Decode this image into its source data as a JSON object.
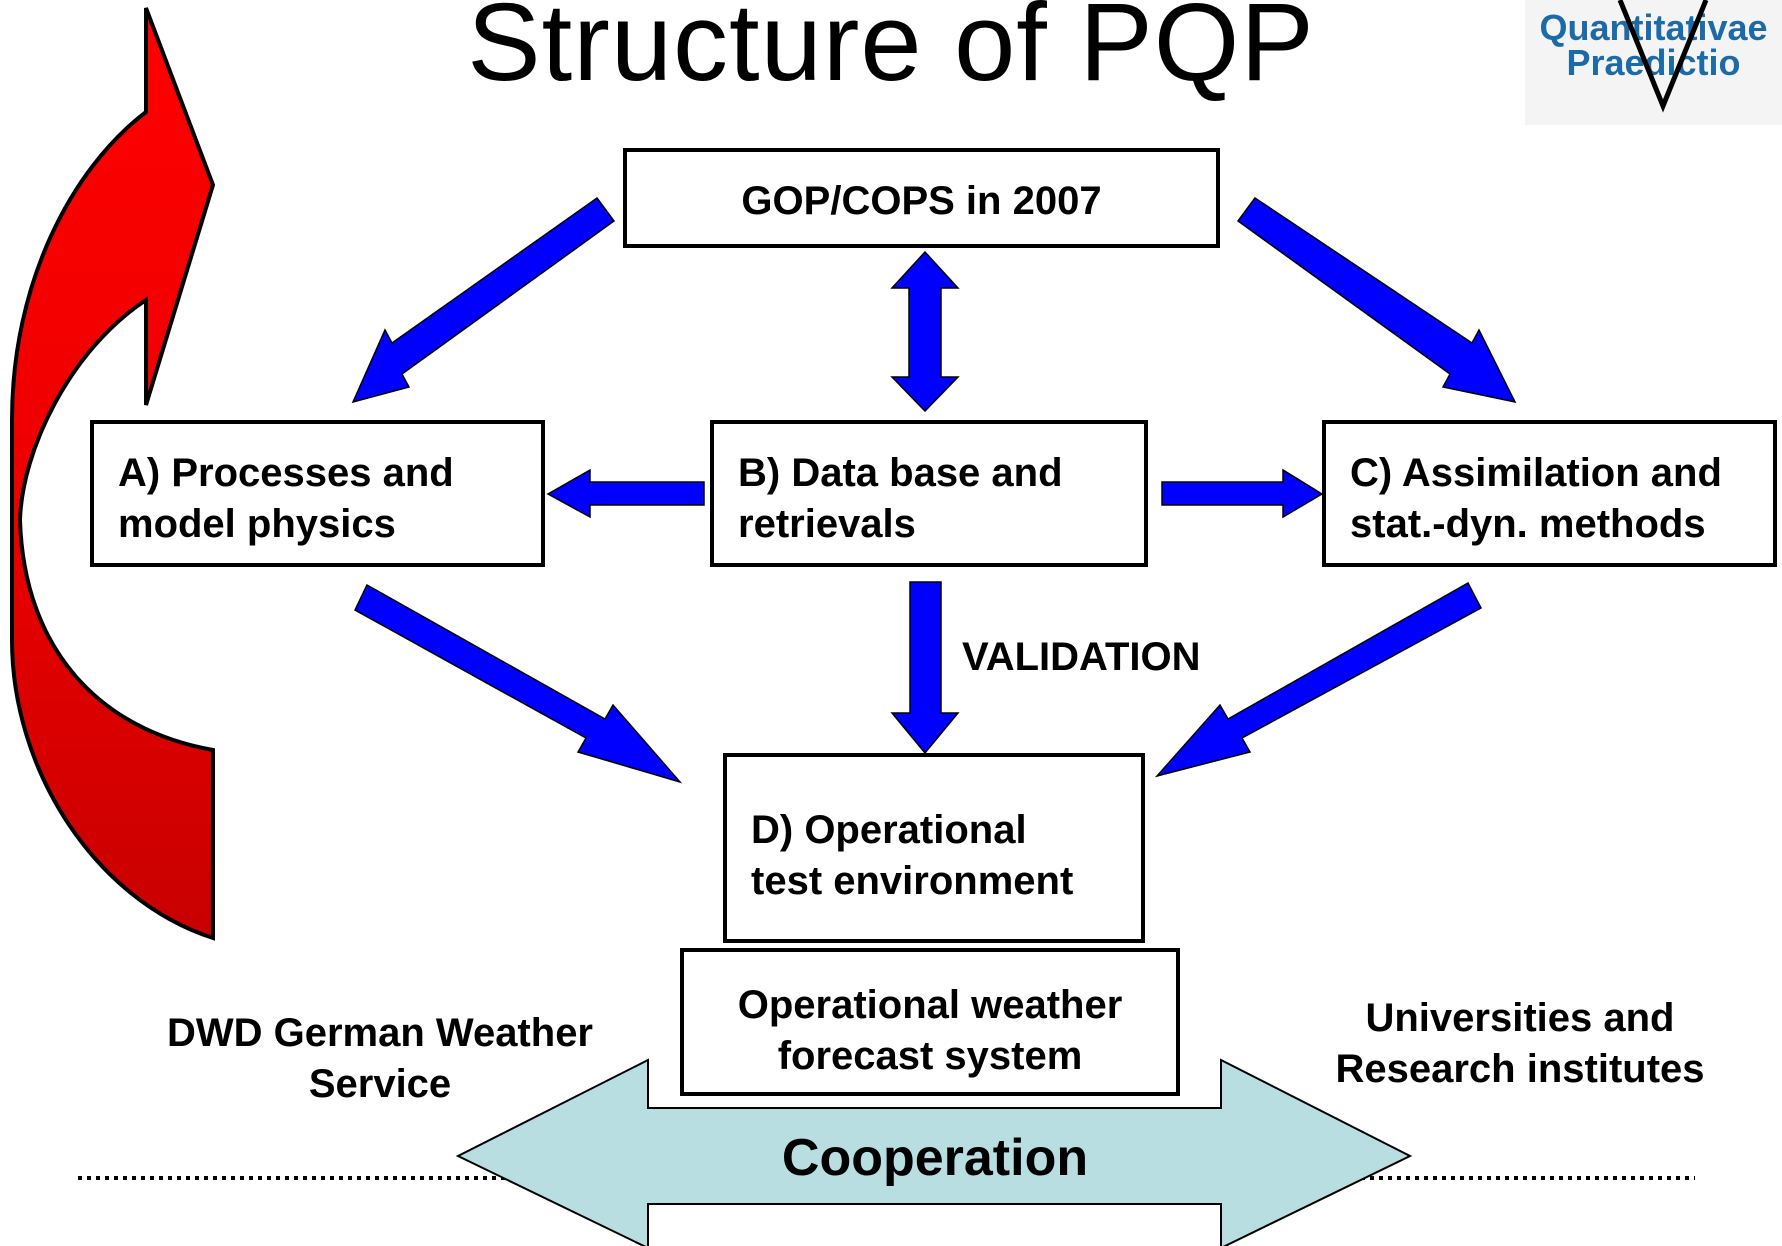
{
  "title": "Structure of PQP",
  "logo": {
    "line1": "Quantitativae",
    "line2": "Praedictio"
  },
  "boxes": {
    "top": "GOP/COPS in 2007",
    "a_line1": "A) Processes and",
    "a_line2": "model physics",
    "b_line1": "B) Data base and",
    "b_line2": "retrievals",
    "c_line1": "C) Assimilation and",
    "c_line2": "stat.-dyn. methods",
    "d_line1": "D) Operational",
    "d_line2": "test environment",
    "e_line1": "Operational weather",
    "e_line2": "forecast system"
  },
  "labels": {
    "validation": "VALIDATION",
    "dwd_line1": "DWD German Weather",
    "dwd_line2": "Service",
    "unis_line1": "Universities and",
    "unis_line2": "Research institutes",
    "cooperation": "Cooperation"
  },
  "colors": {
    "flow_arrow": "#0000ff",
    "feedback_arrow_top": "#ff0000",
    "feedback_arrow_bottom": "#c00000",
    "cooperation_arrow": "#b8dee2",
    "logo_text": "#1d6aa8"
  }
}
